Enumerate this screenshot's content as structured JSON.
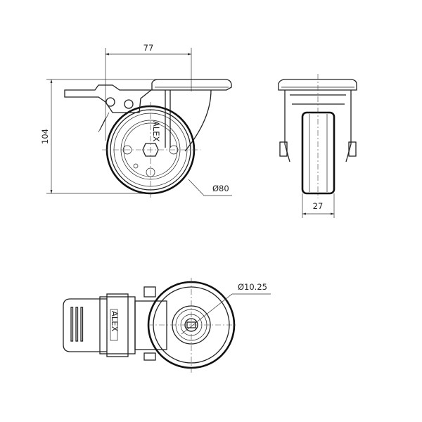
{
  "dimensions": {
    "mount_offset": "77",
    "overall_height": "104",
    "wheel_diameter": "Ø80",
    "wheel_width": "27",
    "bore_diameter": "Ø10.25"
  },
  "logo_text": "ALEX",
  "colors": {
    "line": "#222222",
    "background": "#ffffff"
  }
}
